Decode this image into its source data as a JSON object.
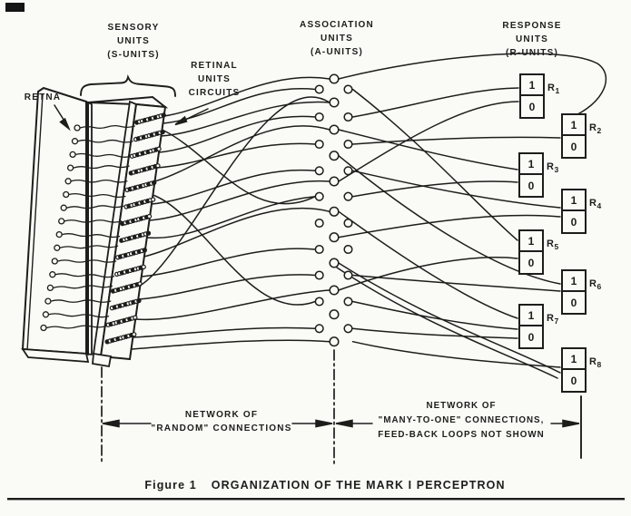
{
  "colors": {
    "ink": "#1d1d1b",
    "paper": "#fafaf7"
  },
  "diagram": {
    "labels": {
      "sensory": {
        "l1": "SENSORY",
        "l2": "UNITS",
        "l3": "(S-UNITS)"
      },
      "retina": "RETNA",
      "retinal_circuits": {
        "l1": "RETINAL",
        "l2": "UNITS",
        "l3": "CIRCUITS"
      },
      "association": {
        "l1": "ASSOCIATION",
        "l2": "UNITS",
        "l3": "(A-UNITS)"
      },
      "response": {
        "l1": "RESPONSE",
        "l2": "UNITS",
        "l3": "(R-UNITS)"
      },
      "network_random": {
        "l1": "NETWORK OF",
        "l2": "\"RANDOM\" CONNECTIONS"
      },
      "network_many_to_one": {
        "l1": "NETWORK OF",
        "l2": "\"MANY-TO-ONE\" CONNECTIONS,",
        "l3": "FEED-BACK LOOPS NOT SHOWN"
      }
    },
    "response_units": [
      {
        "label_prefix": "R",
        "label_sub": "1",
        "top_value": "1",
        "bottom_value": "0"
      },
      {
        "label_prefix": "R",
        "label_sub": "2",
        "top_value": "1",
        "bottom_value": "0"
      },
      {
        "label_prefix": "R",
        "label_sub": "3",
        "top_value": "1",
        "bottom_value": "0"
      },
      {
        "label_prefix": "R",
        "label_sub": "4",
        "top_value": "1",
        "bottom_value": "0"
      },
      {
        "label_prefix": "R",
        "label_sub": "5",
        "top_value": "1",
        "bottom_value": "0"
      },
      {
        "label_prefix": "R",
        "label_sub": "6",
        "top_value": "1",
        "bottom_value": "0"
      },
      {
        "label_prefix": "R",
        "label_sub": "7",
        "top_value": "1",
        "bottom_value": "0"
      },
      {
        "label_prefix": "R",
        "label_sub": "8",
        "top_value": "1",
        "bottom_value": "0"
      }
    ],
    "caption": {
      "figure_label": "Figure 1",
      "title": "ORGANIZATION OF THE MARK I PERCEPTRON"
    }
  }
}
